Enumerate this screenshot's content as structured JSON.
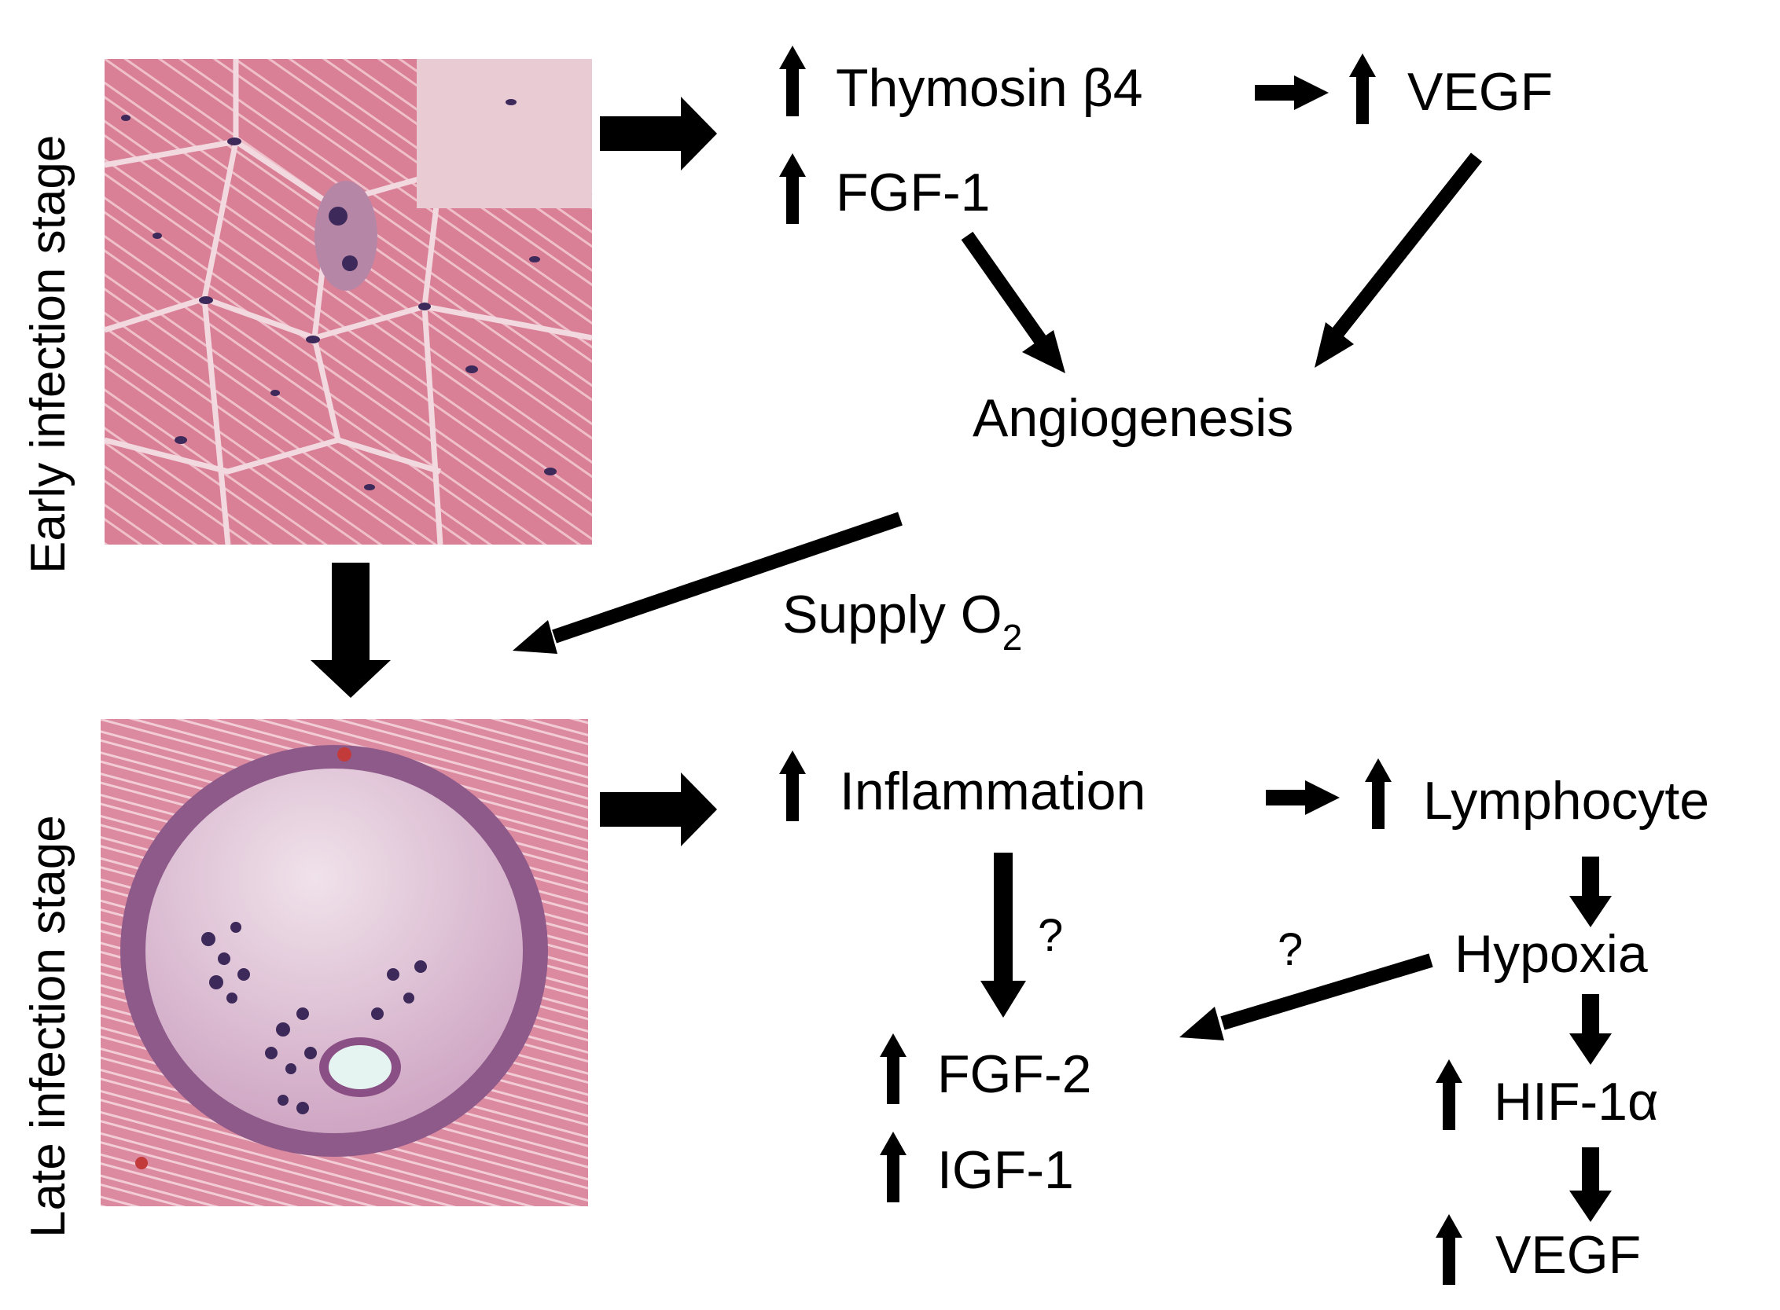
{
  "stages": {
    "early_label": "Early infection stage",
    "late_label": "Late infection stage"
  },
  "early": {
    "thymosin": "Thymosin β4",
    "vegf": "VEGF",
    "fgf1": "FGF-1",
    "angiogenesis": "Angiogenesis"
  },
  "supply": {
    "text": "Supply O",
    "subscript": "2"
  },
  "late": {
    "inflammation": "Inflammation",
    "lymphocyte": "Lymphocyte",
    "hypoxia": "Hypoxia",
    "hif": "HIF-1α",
    "vegf": "VEGF",
    "fgf2": "FGF-2",
    "igf1": "IGF-1",
    "question_left": "?",
    "question_right": "?"
  },
  "colors": {
    "tissue_pink": "#d9849a",
    "nucleus": "#3d2a5a",
    "cyst": "#d7b3cc"
  }
}
